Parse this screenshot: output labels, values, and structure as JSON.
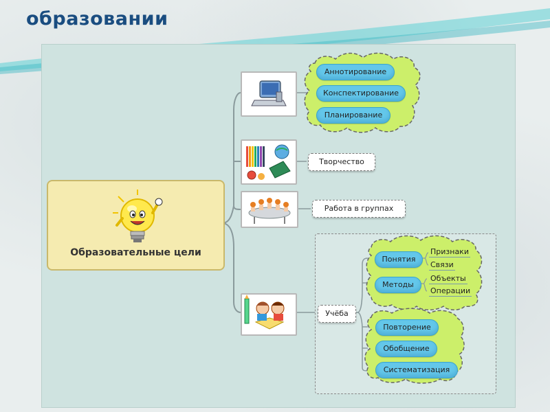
{
  "slide": {
    "title_line1": "",
    "title_line2": "образовании"
  },
  "root": {
    "label": "Образовательные  цели"
  },
  "branches": {
    "computer": {
      "icon": "computer-icon",
      "items": [
        "Аннотирование",
        "Конспектирование",
        "Планирование"
      ]
    },
    "creativity": {
      "icon": "art-supplies-icon",
      "label": "Творчество"
    },
    "groups": {
      "icon": "meeting-table-icon",
      "label": "Работа в группах"
    },
    "study": {
      "icon": "children-reading-icon",
      "label": "Учёба",
      "groupA": [
        {
          "label": "Понятия",
          "children": [
            "Признаки",
            "Связи"
          ]
        },
        {
          "label": "Методы",
          "children": [
            "Объекты",
            "Операции"
          ]
        }
      ],
      "groupB": [
        "Повторение",
        "Обобщение",
        "Систематизация"
      ]
    }
  },
  "colors": {
    "cloud_fill": "#ccef6a",
    "pill_fill": "#63c7ea",
    "root_fill": "#f5ebb0",
    "title_color": "#1a4d80"
  }
}
